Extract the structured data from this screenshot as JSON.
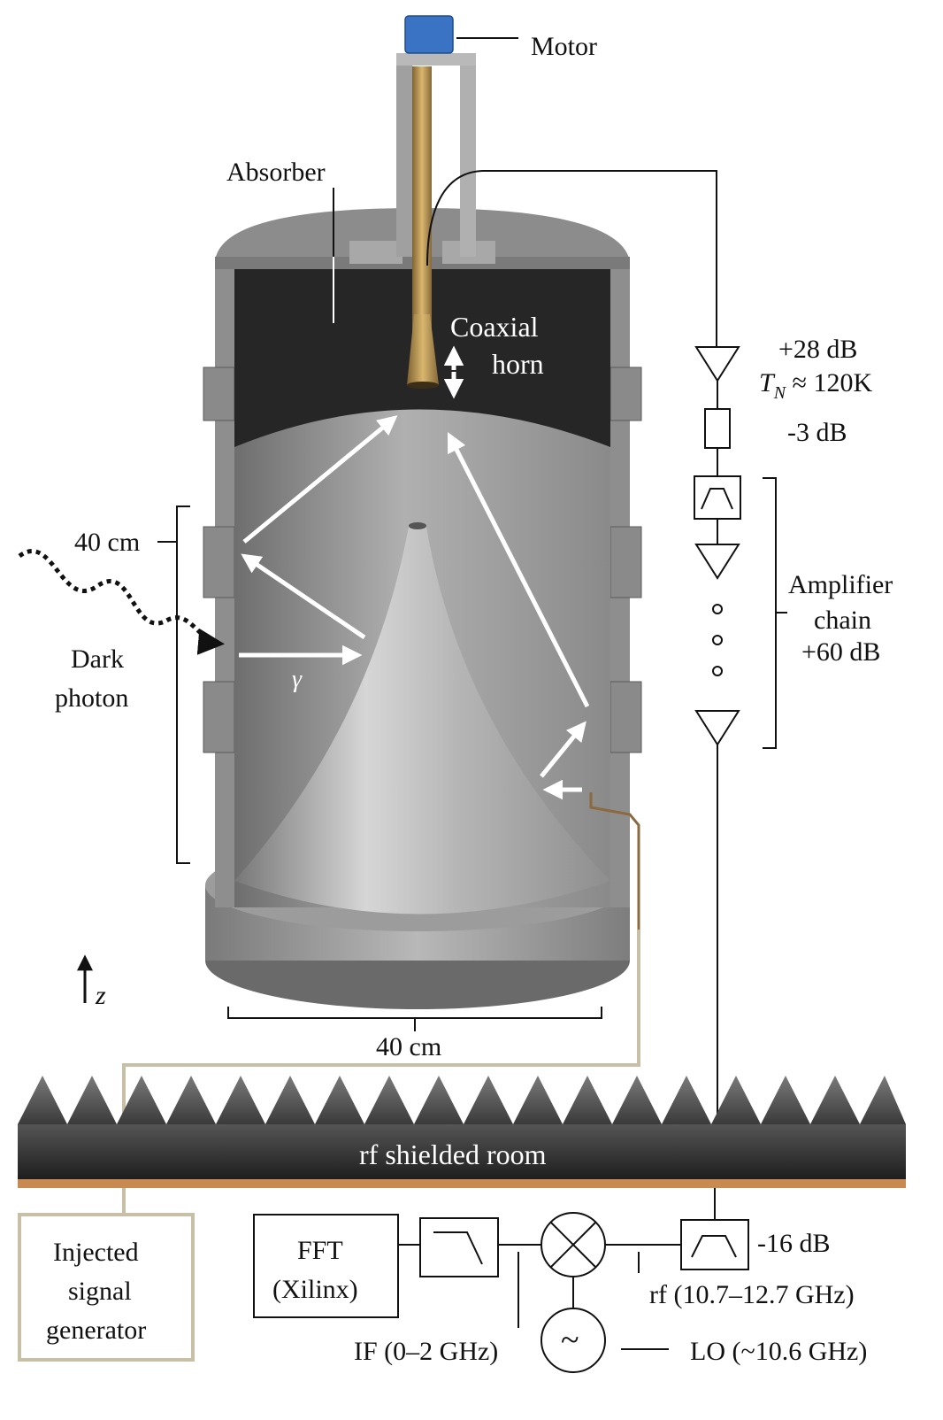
{
  "labels": {
    "motor": "Motor",
    "absorber": "Absorber",
    "coaxial_horn_line1": "Coaxial",
    "coaxial_horn_line2": "horn",
    "gain1": "+28 dB",
    "tn_symbol": "T",
    "tn_sub": "N",
    "tn_value": " ≈ 120K",
    "atten": "-3 dB",
    "amp_chain_line1": "Amplifier",
    "amp_chain_line2": "chain",
    "amp_chain_line3": "+60 dB",
    "height_dim": "40 cm",
    "dark_photon_line1": "Dark",
    "dark_photon_line2": "photon",
    "gamma": "γ",
    "z_axis": "z",
    "width_dim": "40 cm",
    "rf_room": "rf shielded room",
    "injected_line1": "Injected",
    "injected_line2": "signal",
    "injected_line3": "generator",
    "fft_line1": "FFT",
    "fft_line2": "(Xilinx)",
    "bpf_atten": "-16 dB",
    "rf_band": "rf  (10.7–12.7 GHz)",
    "if_band": "IF (0–2 GHz)",
    "lo_band": "LO (~10.6 GHz)",
    "lo_symbol": "~"
  },
  "colors": {
    "cavity_interior": "#2a2a2a",
    "metal": "#9a9a9a",
    "motor_blue": "#3a72c4",
    "horn_brass": "#b8924e",
    "room_floor": "#c98a52",
    "tan_cable": "#c8bfa7",
    "arrow": "#ffffff"
  }
}
